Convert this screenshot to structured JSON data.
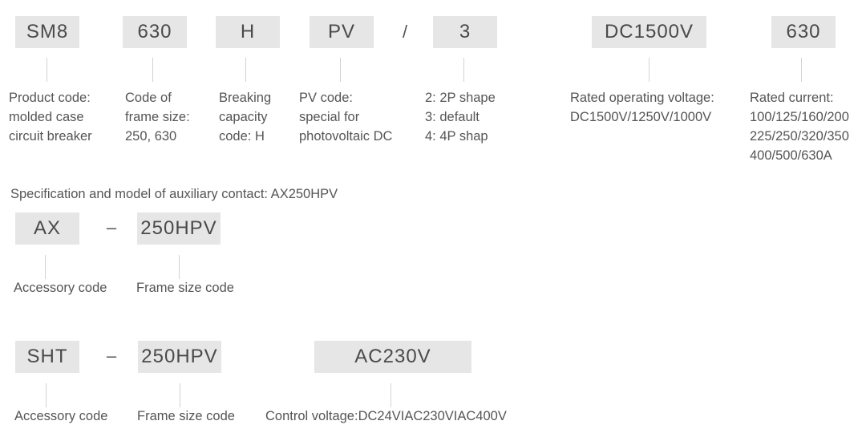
{
  "model_code": {
    "boxes": {
      "product": "SM8",
      "frame": "630",
      "breaking": "H",
      "pv": "PV",
      "separator": "/",
      "shape": "3",
      "voltage": "DC1500V",
      "current": "630"
    },
    "descriptions": {
      "product": "Product code:\nmolded case\ncircuit breaker",
      "frame": "Code of\nframe size:\n250, 630",
      "breaking": "Breaking\ncapacity\ncode: H",
      "pv": "PV code:\nspecial for\nphotovoltaic DC",
      "shape": "2: 2P shape\n3: default\n4: 4P shap",
      "voltage": "Rated operating voltage:\nDC1500V/1250V/1000V",
      "current": "Rated current:\n100/125/160/200\n225/250/320/350\n400/500/630A"
    }
  },
  "auxiliary": {
    "heading": "Specification and model of auxiliary contact: AX250HPV",
    "ax_row": {
      "box_accessory": "AX",
      "separator": "–",
      "box_frame": "250HPV",
      "desc_accessory": "Accessory code",
      "desc_frame": "Frame size code"
    },
    "sht_row": {
      "box_accessory": "SHT",
      "separator": "–",
      "box_frame": "250HPV",
      "box_voltage": "AC230V",
      "desc_accessory": "Accessory code",
      "desc_frame": "Frame size code",
      "desc_voltage": "Control voltage:DC24VIAC230VIAC400V"
    }
  }
}
